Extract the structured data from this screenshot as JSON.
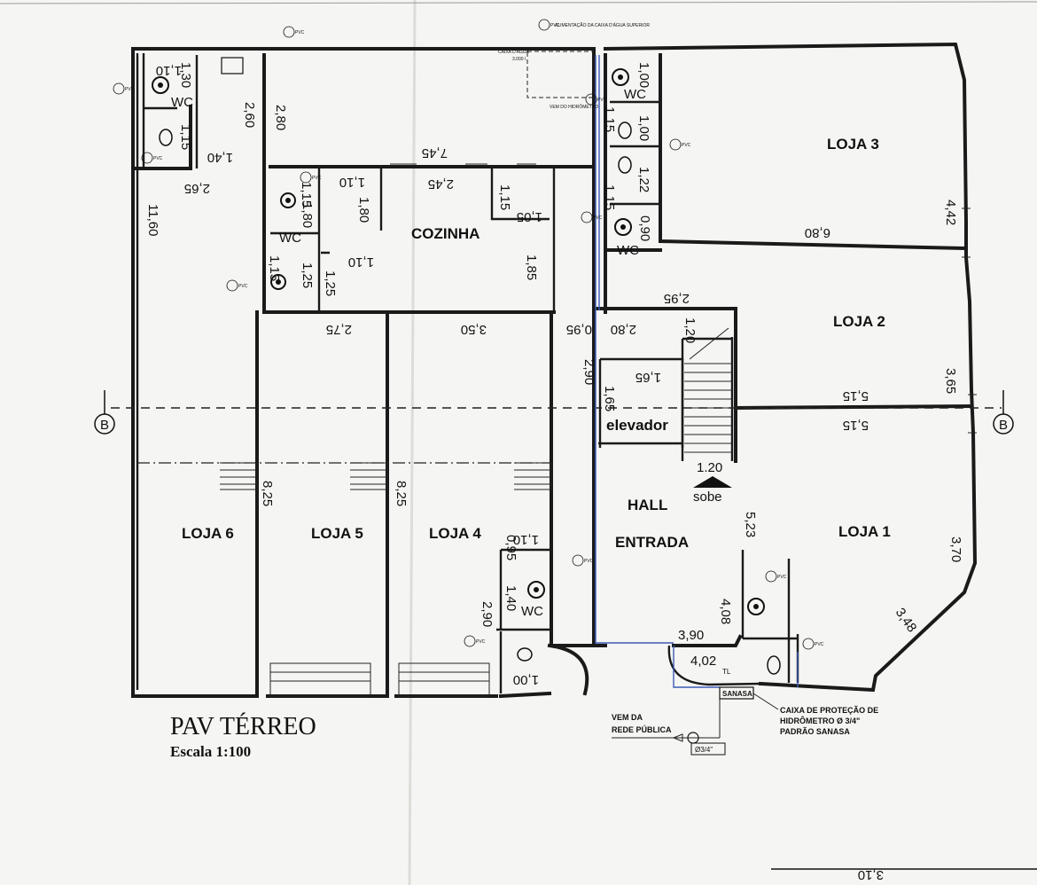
{
  "drawing": {
    "title": "PAV TÉRREO",
    "scale": "Escala 1:100",
    "section_marker": "B",
    "rooms": {
      "loja1": "LOJA 1",
      "loja2": "LOJA 2",
      "loja3": "LOJA 3",
      "loja4": "LOJA 4",
      "loja5": "LOJA 5",
      "loja6": "LOJA 6",
      "cozinha": "COZINHA",
      "hall": "HALL",
      "entrada": "ENTRADA",
      "elevador": "elevador",
      "wc": "WC",
      "sobe": "sobe",
      "sobe_level": "1.20"
    },
    "dimensions": {
      "d745": "7,45",
      "d280": "2,80",
      "d260": "2,60",
      "d265": "2,65",
      "d1160": "11,60",
      "d130": "1,30",
      "d110": "1,10",
      "d115": "1,15",
      "d140": "1,40",
      "d180": "1,80",
      "d125": "1,25",
      "d245": "2,45",
      "d105": "1,05",
      "d185": "1,85",
      "d275": "2,75",
      "d350": "3,50",
      "d095": "0,95",
      "d295": "2,95",
      "d290": "2,90",
      "d165": "1,65",
      "d120": "1,20",
      "d100": "1,00",
      "d122": "1,22",
      "d090": "0,90",
      "d680": "6,80",
      "d442": "4,42",
      "d365": "3,65",
      "d515": "5,15",
      "d523": "5,23",
      "d370": "3,70",
      "d348": "3,48",
      "d408": "4,08",
      "d390": "3,90",
      "d402": "4,02",
      "d825": "8,25",
      "bottom_cut": "3,10"
    },
    "notes": {
      "caixa_agua": "CAIXA D'ÁGUA",
      "caixa_agua_vol": "3.000 l",
      "alimentacao": "ALIMENTAÇÃO DA CAIXA D'ÁGUA SUPERIOR",
      "vem_hidrometro": "VEM DO HIDRÔMETRO",
      "vem_rede_1": "VEM DA",
      "vem_rede_2": "REDE PÚBLICA",
      "sanasa": "SANASA",
      "caixa_protecao_1": "CAIXA DE PROTEÇÃO DE",
      "caixa_protecao_2": "HIDRÔMETRO Ø 3/4\"",
      "caixa_protecao_3": "PADRÃO SANASA",
      "meter_size": "Ø3/4\"",
      "tl": "TL",
      "pvc": "PVC"
    }
  }
}
